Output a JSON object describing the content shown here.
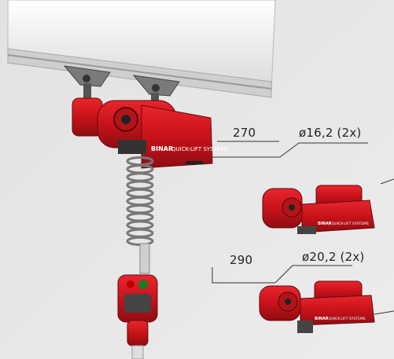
{
  "labels": {
    "dim_upper_length": "270",
    "dim_upper_diameter": "ø16,2 (2x)",
    "dim_lower_length": "290",
    "dim_lower_diameter": "ø20,2 (2x)"
  },
  "branding": {
    "brand": "BINAR",
    "product": "QUICK-LIFT SYSTEMS"
  },
  "colors": {
    "background": "#e6e6e6",
    "unit_red": "#d0141c",
    "unit_dark_red": "#8e0d12",
    "rail": "#f2f2f2",
    "trolley": "#6e6e6e",
    "line": "#333333"
  }
}
